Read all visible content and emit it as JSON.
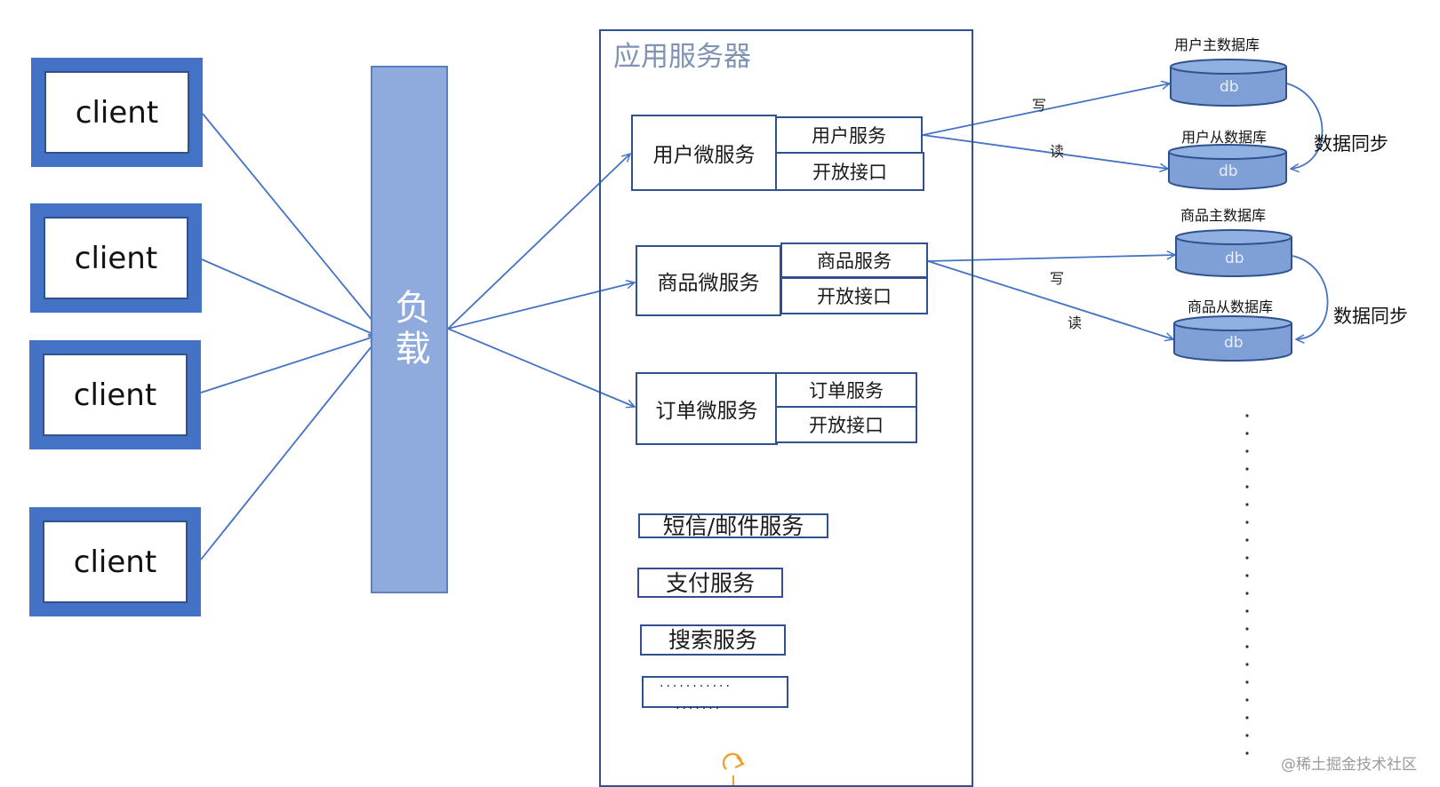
{
  "clients": [
    "client",
    "client",
    "client",
    "client"
  ],
  "load_balancer": {
    "label": "负载"
  },
  "app_server": {
    "title": "应用服务器",
    "microservices": [
      {
        "name": "用户微服务",
        "service": "用户服务",
        "api": "开放接口"
      },
      {
        "name": "商品微服务",
        "service": "商品服务",
        "api": "开放接口"
      },
      {
        "name": "订单微服务",
        "service": "订单服务",
        "api": "开放接口"
      }
    ],
    "other_services": [
      "短信/邮件服务",
      "支付服务",
      "搜索服务"
    ],
    "more_services": {
      "line1": "···········",
      "line2": "·······"
    }
  },
  "databases": [
    {
      "title": "用户主数据库",
      "label": "db"
    },
    {
      "title": "用户从数据库",
      "label": "db"
    },
    {
      "title": "商品主数据库",
      "label": "db"
    },
    {
      "title": "商品从数据库",
      "label": "db"
    }
  ],
  "edge_labels": {
    "write": "写",
    "read": "读",
    "sync": "数据同步"
  },
  "watermark": "@稀土掘金技术社区",
  "colors": {
    "accent": "#4472c4",
    "load_balancer_fill": "#8faadc",
    "border_dark": "#2f528f",
    "db_fill": "#7fa0d6",
    "db_top": "#8fb0e0",
    "cursor": "#f0a030"
  }
}
